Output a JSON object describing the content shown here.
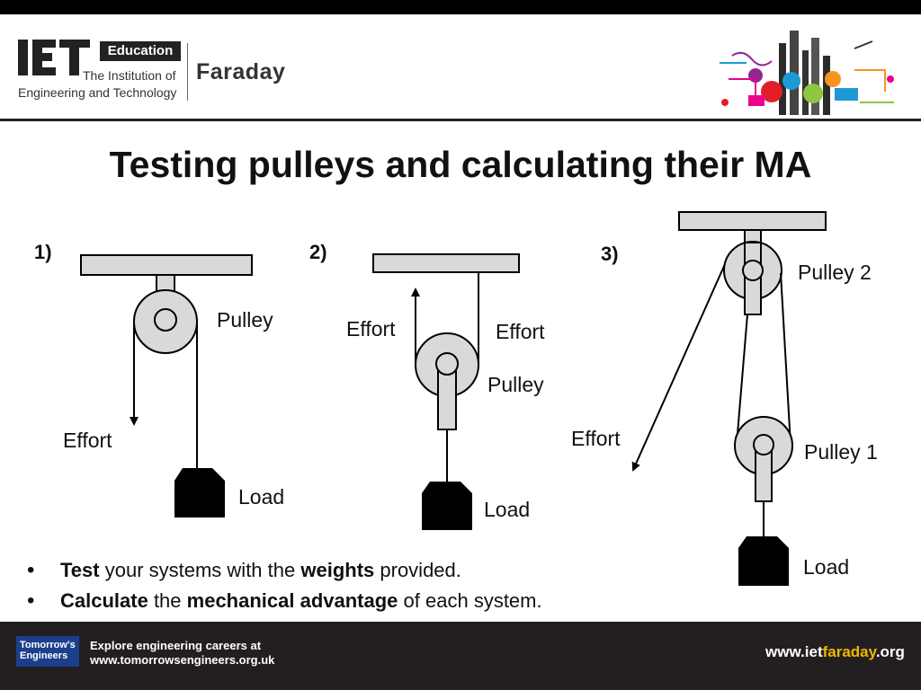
{
  "header": {
    "logo_letters": "IET",
    "badge": "Education",
    "institution_line1": "The Institution of",
    "institution_line2": "Engineering and Technology",
    "brand": "Faraday"
  },
  "slide": {
    "title": "Testing pulleys and calculating their MA",
    "systems": [
      {
        "number": "1)",
        "labels": {
          "pulley": "Pulley",
          "effort": "Effort",
          "load": "Load"
        }
      },
      {
        "number": "2)",
        "labels": {
          "effort_left": "Effort",
          "effort_right": "Effort",
          "pulley": "Pulley",
          "load": "Load"
        }
      },
      {
        "number": "3)",
        "labels": {
          "pulley_top": "Pulley 2",
          "effort": "Effort",
          "pulley_bottom": "Pulley 1",
          "load": "Load"
        }
      }
    ],
    "bullets": [
      {
        "b1": "Test",
        "t1": " your systems with the ",
        "b2": "weights",
        "t2": " provided."
      },
      {
        "b1": "Calculate",
        "t1": " the ",
        "b2": "mechanical advantage",
        "t2": " of each system."
      }
    ]
  },
  "footer": {
    "logo_line1": "Tomorrow's",
    "logo_line2": "Engineers",
    "tagline_line1": "Explore engineering careers at",
    "tagline_line2": "www.tomorrowsengineers.org.uk",
    "url_prefix": "www.iet",
    "url_highlight": "faraday",
    "url_suffix": ".org"
  },
  "colors": {
    "pulley_fill": "#d9d9d9",
    "outline": "#000000",
    "load": "#000000",
    "footer_bg": "#231f20",
    "url_highlight": "#f2b600",
    "te_logo": "#1c3f8c"
  },
  "icons": [
    "iet-logo",
    "stem-collage-decoration",
    "tomorrows-engineers-logo"
  ]
}
